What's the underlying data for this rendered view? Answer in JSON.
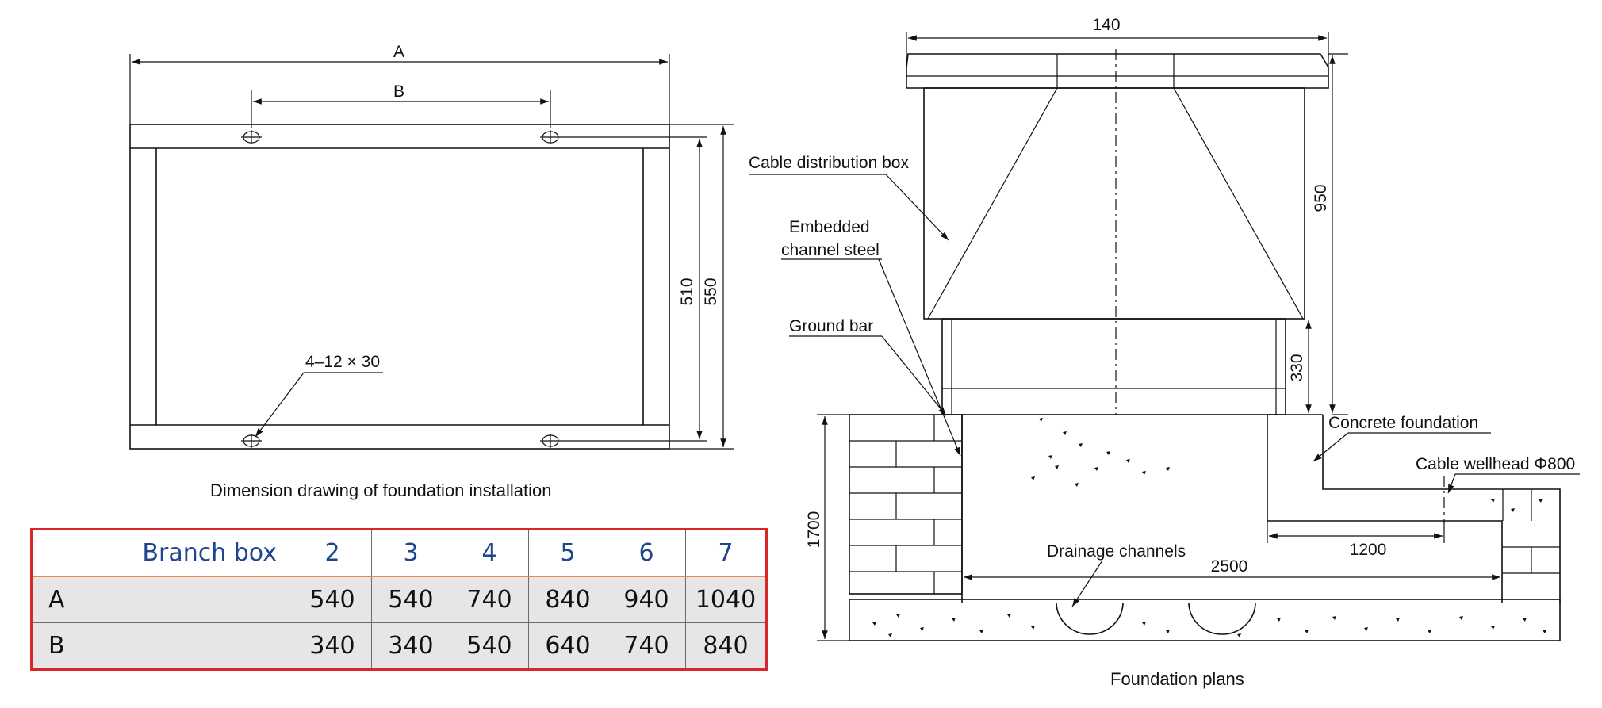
{
  "left_drawing": {
    "caption": "Dimension drawing of foundation installation",
    "dim_A": "A",
    "dim_B": "B",
    "dim_510": "510",
    "dim_550": "550",
    "hole_spec": "4–12 × 30"
  },
  "branch_table": {
    "header_label": "Branch box",
    "columns": [
      "2",
      "3",
      "4",
      "5",
      "6",
      "7"
    ],
    "rows": [
      {
        "label": "A",
        "values": [
          "540",
          "540",
          "740",
          "840",
          "940",
          "1040"
        ]
      },
      {
        "label": "B",
        "values": [
          "340",
          "340",
          "540",
          "640",
          "740",
          "840"
        ]
      }
    ]
  },
  "right_drawing": {
    "caption": "Foundation plans",
    "labels": {
      "cable_box": "Cable distribution box",
      "embedded_line1": "Embedded",
      "embedded_line2": "channel steel",
      "ground_bar": "Ground bar",
      "concrete": "Concrete foundation",
      "wellhead": "Cable wellhead Φ800",
      "drainage": "Drainage channels"
    },
    "dims": {
      "top_width": "140",
      "height_950": "950",
      "height_330": "330",
      "depth_1700": "1700",
      "width_2500": "2500",
      "width_1200": "1200"
    }
  }
}
